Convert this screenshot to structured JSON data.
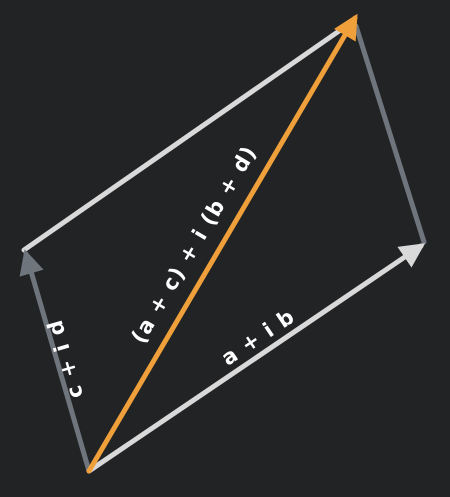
{
  "diagram": {
    "background": "#222325",
    "vectors": {
      "a_ib": {
        "label": "a + i b",
        "color": "#d9d9d9"
      },
      "c_id": {
        "label": "c + i d",
        "color": "#6f757c"
      },
      "sum": {
        "label": "(a + c) + i (b + d)",
        "color": "#f0a03a"
      },
      "parallel_a_ib": {
        "color": "#d9d9d9"
      },
      "parallel_c_id": {
        "color": "#6f757c"
      }
    },
    "label_color": "#ffffff"
  }
}
